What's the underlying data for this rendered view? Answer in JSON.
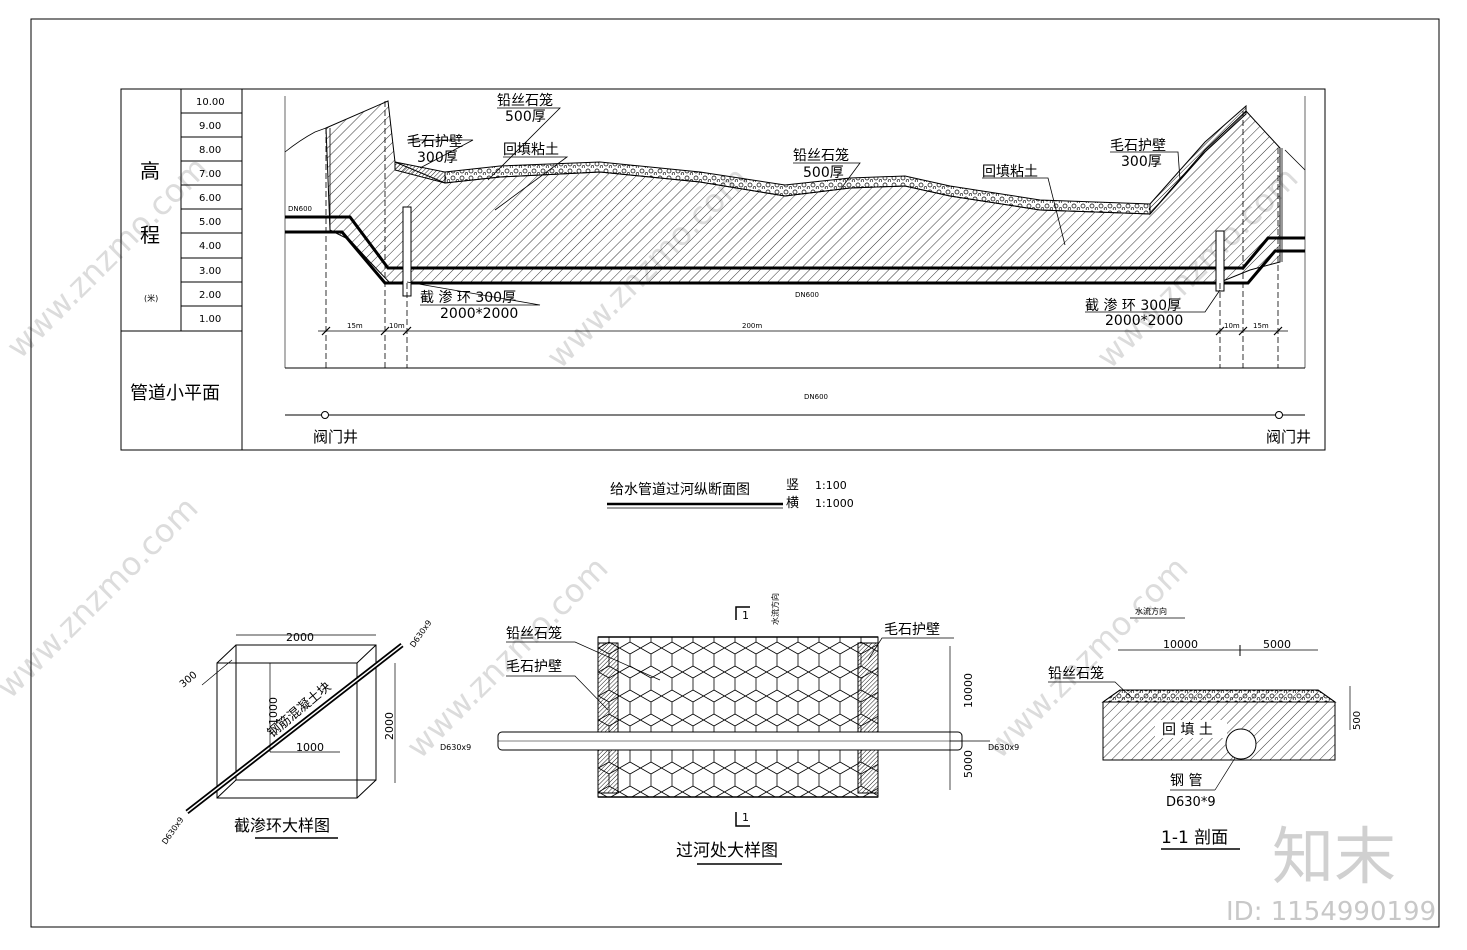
{
  "elevation_table": {
    "label_1": "高",
    "label_2": "程",
    "unit": "(米)",
    "ticks": [
      "10.00",
      "9.00",
      "8.00",
      "7.00",
      "6.00",
      "5.00",
      "4.00",
      "3.00",
      "2.00",
      "1.00"
    ],
    "plan_label": "管道小平面"
  },
  "profile": {
    "gabion_top": "铅丝石笼",
    "gabion_top_thk": "500厚",
    "rubble_left": "毛石护壁",
    "rubble_left_thk": "300厚",
    "backfill_left": "回填粘土",
    "gabion_mid": "铅丝石笼",
    "gabion_mid_thk": "500厚",
    "backfill_right": "回填粘土",
    "rubble_right": "毛石护壁",
    "rubble_right_thk": "300厚",
    "pipe_left": "DN600",
    "pipe_center": "DN600",
    "seep_left": "截 渗 环 300厚",
    "seep_left_dim": "2000*2000",
    "seep_right": "截 渗 环 300厚",
    "seep_right_dim": "2000*2000",
    "dim_15_left": "15m",
    "dim_10_left": "10m",
    "dim_200": "200m",
    "dim_10_right": "10m",
    "dim_15_right": "15m",
    "plan_pipe": "DN600",
    "valve_left": "阀门井",
    "valve_right": "阀门井"
  },
  "main_title": {
    "text": "给水管道过河纵断面图",
    "v_label": "竖",
    "v_scale": "1:100",
    "h_label": "横",
    "h_scale": "1:1000"
  },
  "seep_ring_detail": {
    "title": "截渗环大样图",
    "dim_2000_top": "2000",
    "dim_300": "300",
    "dim_1000_v": "1000",
    "dim_1000_h": "1000",
    "dim_2000_side": "2000",
    "concrete_label": "钢筋混凝土块",
    "pipe_top": "D630x9",
    "pipe_bottom": "D630x9"
  },
  "crossing_detail": {
    "title": "过河处大样图",
    "gabion": "铅丝石笼",
    "rubble_left": "毛石护壁",
    "rubble_right": "毛石护壁",
    "flow": "水流方向",
    "section_mark_top": "1",
    "section_mark_bottom": "1",
    "pipe_left": "D630x9",
    "pipe_right": "D630x9",
    "dim_10000": "10000",
    "dim_5000": "5000"
  },
  "section_detail": {
    "title": "1-1 剖面",
    "flow": "水流方向",
    "gabion": "铅丝石笼",
    "backfill": "回 填 土",
    "pipe": "钢 管",
    "pipe_size": "D630*9",
    "dim_10000": "10000",
    "dim_5000": "5000",
    "dim_500": "500"
  },
  "watermark": {
    "site": "www.znzmo.com",
    "logo": "知末",
    "id": "ID: 1154990199"
  }
}
